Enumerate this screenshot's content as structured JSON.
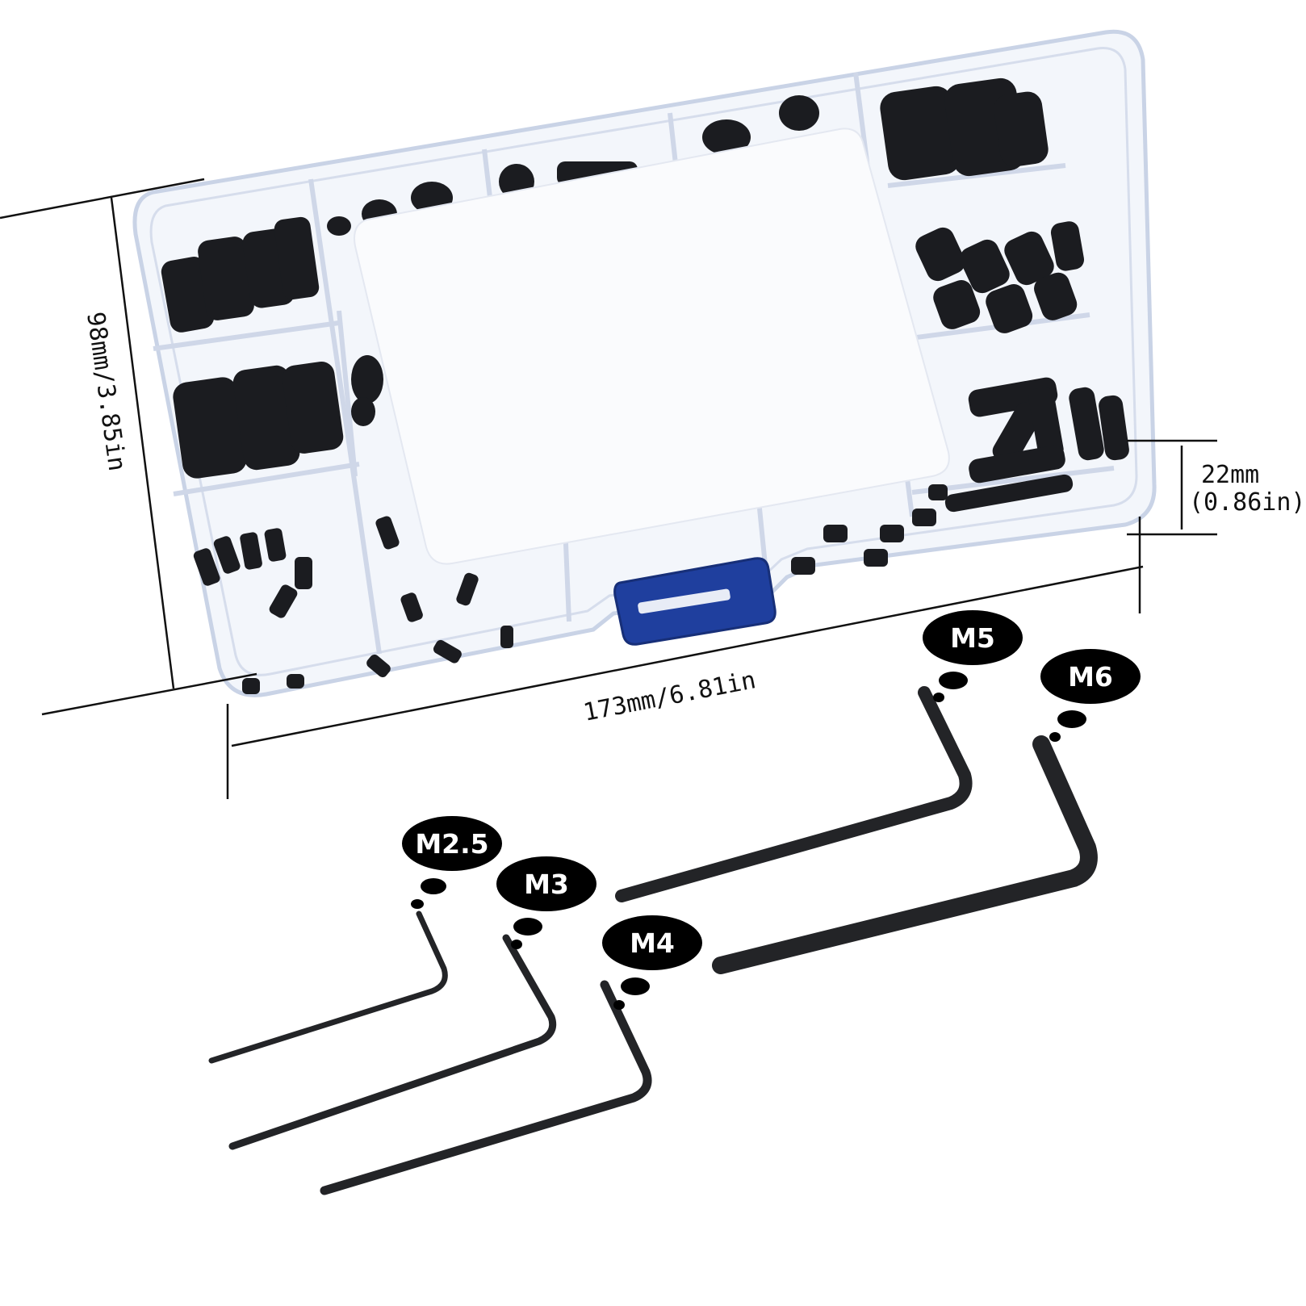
{
  "dimensions": {
    "height": "98mm/3.85in",
    "length": "173mm/6.81in",
    "depth_mm": "22mm",
    "depth_in": "(0.86in)"
  },
  "wrenches": [
    {
      "size": "M2.5"
    },
    {
      "size": "M3"
    },
    {
      "size": "M4"
    },
    {
      "size": "M5"
    },
    {
      "size": "M6"
    }
  ],
  "colors": {
    "box_outline": "#c9d3e6",
    "box_fill": "#f3f6fb",
    "label_fill": "#fafbfd",
    "latch": "#1f3f9e",
    "screws": "#1b1c20",
    "wrench": "#232427",
    "bubble": "#000000"
  }
}
